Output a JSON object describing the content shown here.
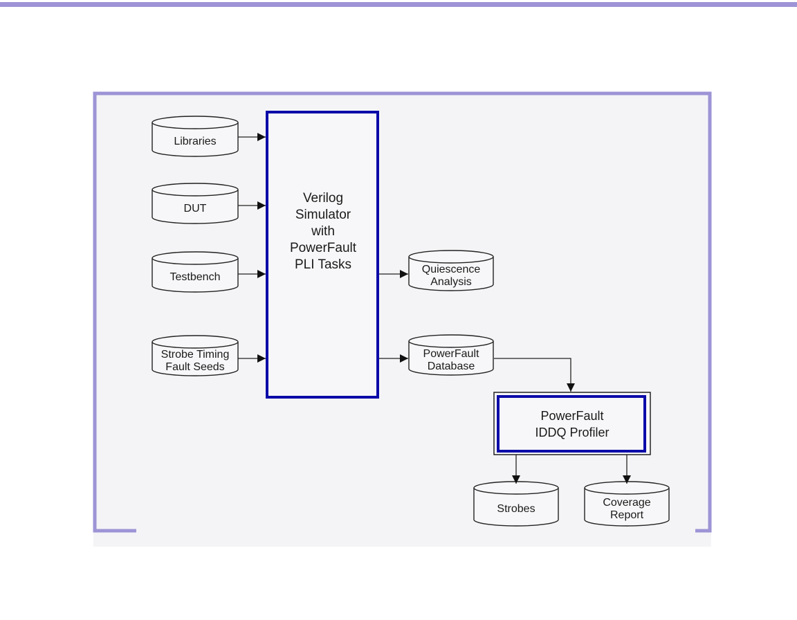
{
  "colors": {
    "frame": "#9d94d6",
    "process_border": "#0a0aa8",
    "stroke": "#222222",
    "panel_background": "#f4f4f6"
  },
  "inputs": [
    {
      "id": "libraries",
      "lines": [
        "Libraries"
      ]
    },
    {
      "id": "dut",
      "lines": [
        "DUT"
      ]
    },
    {
      "id": "testbench",
      "lines": [
        "Testbench"
      ]
    },
    {
      "id": "strobe-timing",
      "lines": [
        "Strobe Timing",
        "Fault Seeds"
      ]
    }
  ],
  "simulator": {
    "lines": [
      "Verilog",
      "Simulator",
      "with",
      "PowerFault",
      "PLI Tasks"
    ]
  },
  "outputs": [
    {
      "id": "quiescence",
      "lines": [
        "Quiescence",
        "Analysis"
      ]
    },
    {
      "id": "powerfault-db",
      "lines": [
        "PowerFault",
        "Database"
      ]
    }
  ],
  "profiler": {
    "lines": [
      "PowerFault",
      "IDDQ Profiler"
    ]
  },
  "results": [
    {
      "id": "strobes",
      "lines": [
        "Strobes"
      ]
    },
    {
      "id": "coverage",
      "lines": [
        "Coverage",
        "Report"
      ]
    }
  ]
}
